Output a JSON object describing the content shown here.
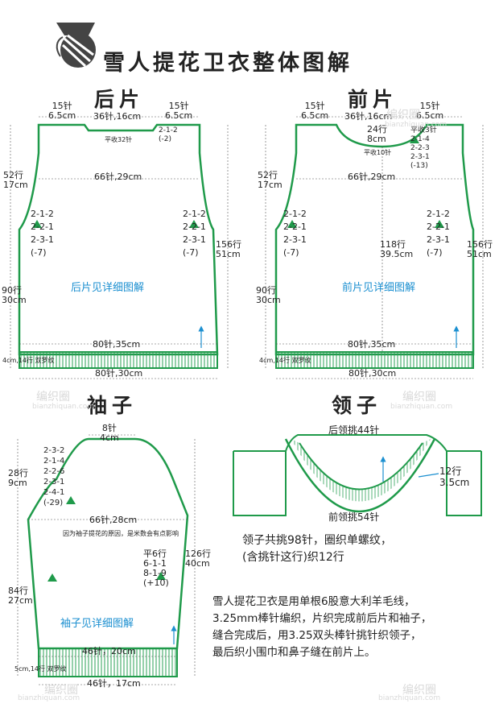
{
  "title": "雪人提花卫衣整体图解",
  "watermark": {
    "brand": "编织圈",
    "site": "bianzhiquan.com"
  },
  "back": {
    "name": "后片",
    "shoulder_left": "15针\n6.5cm",
    "shoulder_right": "15针\n6.5cm",
    "neck": "36针,16cm",
    "neck_flat": "平收32针",
    "neck_dec": "2-1-2\n(-2)",
    "armhole_h": "52行\n17cm",
    "width_chest": "66针,29cm",
    "arm_dec_left": "2-1-2\n2-2-1\n2-3-1\n(-7)",
    "arm_dec_right": "2-1-2\n2-2-1\n2-3-1\n(-7)",
    "total_h": "156行\n51cm",
    "body_h": "90行\n30cm",
    "note": "后片见详细图解",
    "hem_w": "80针,35cm",
    "rib": "4cm,14行 双罗纹",
    "cast_on": "80针,30cm"
  },
  "front": {
    "name": "前片",
    "shoulder_left": "15针\n6.5cm",
    "shoulder_right": "15针\n6.5cm",
    "neck": "36针,16cm",
    "neck_depth": "24行\n8cm",
    "neck_flat": "平收10针",
    "neck_dec": "平收3针\n2-1-4\n2-2-3\n2-3-1\n(-13)",
    "armhole_h": "52行\n17cm",
    "width_chest": "66针,29cm",
    "mid_h": "118行\n39.5cm",
    "arm_dec_left": "2-1-2\n2-2-1\n2-3-1\n(-7)",
    "arm_dec_right": "2-1-2\n2-2-1\n2-3-1\n(-7)",
    "total_h": "156行\n51cm",
    "body_h": "90行\n30cm",
    "note": "前片见详细图解",
    "hem_w": "80针,35cm",
    "rib": "4cm,14行 双罗纹",
    "cast_on": "80针,30cm"
  },
  "sleeve": {
    "name": "袖子",
    "top": "8针\n4cm",
    "cap_h": "28行\n9cm",
    "cap_dec": "2-3-2\n2-1-4\n2-2-6\n2-3-1\n2-4-1\n(-29)",
    "width": "66针,28cm",
    "width_note": "因为袖子提花的原因，是米数会有点影响",
    "inc": "平6行\n6-1-1\n8-1-9\n(+10)",
    "len_h": "126行\n40cm",
    "lower_h": "84行\n27cm",
    "note": "袖子见详细图解",
    "cuff_w": "46针，20cm",
    "rib": "5cm,14行 双罗纹",
    "cast_on": "46针，17cm"
  },
  "collar": {
    "name": "领子",
    "back_pick": "后领挑44针",
    "front_pick": "前领挑54针",
    "height": "12行\n3.5cm",
    "summary": "领子共挑98针，圈织单螺纹，\n(含挑针这行)织12行"
  },
  "description": "雪人提花卫衣是用单根6股意大利羊毛线，\n3.25mm棒针编织，片织完成前后片和袖子，\n缝合完成后，用3.25双头棒针挑针织领子，\n最后织小围巾和鼻子缝在前片上。",
  "colors": {
    "outline": "#1f9a4a",
    "arrow": "#1b8fd0",
    "text": "#222222",
    "watermark": "#d9d9d9"
  }
}
